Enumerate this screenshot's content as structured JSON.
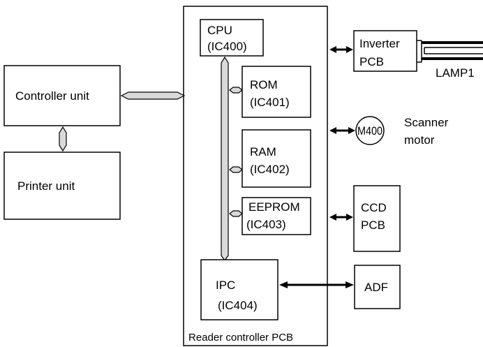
{
  "blocks": {
    "controller_unit": "Controller unit",
    "printer_unit": "Printer unit",
    "reader_pcb": "Reader controller PCB",
    "cpu": [
      "CPU",
      "(IC400)"
    ],
    "rom": [
      "ROM",
      "(IC401)"
    ],
    "ram": [
      "RAM",
      "(IC402)"
    ],
    "eeprom": [
      "EEPROM",
      "(IC403)"
    ],
    "ipc": [
      "IPC",
      "(IC404)"
    ],
    "inverter": [
      "Inverter",
      "PCB"
    ],
    "lamp": "LAMP1",
    "motor_symbol": "M400",
    "motor_label": [
      "Scanner",
      "motor"
    ],
    "ccd": [
      "CCD",
      "PCB"
    ],
    "adf": "ADF"
  }
}
